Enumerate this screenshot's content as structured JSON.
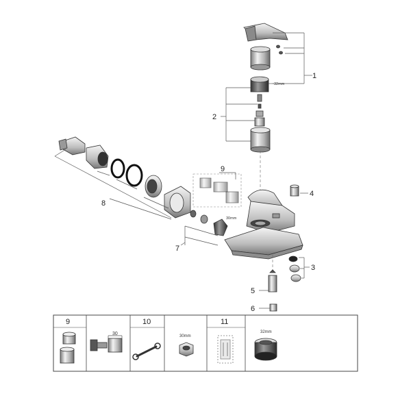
{
  "callouts": {
    "c1": "1",
    "c2": "2",
    "c3": "3",
    "c4": "4",
    "c5": "5",
    "c6": "6",
    "c7": "7",
    "c8": "8",
    "c9": "9"
  },
  "dimensions": {
    "cartridge_top": "32mm",
    "body_nut": "30mm"
  },
  "tools_table": {
    "cells": [
      {
        "number": "9",
        "note": ""
      },
      {
        "number": "",
        "note": "30"
      },
      {
        "number": "10",
        "note": ""
      },
      {
        "number": "",
        "note": "30mm"
      },
      {
        "number": "11",
        "note": ""
      },
      {
        "number": "",
        "note": "32mm"
      }
    ]
  }
}
